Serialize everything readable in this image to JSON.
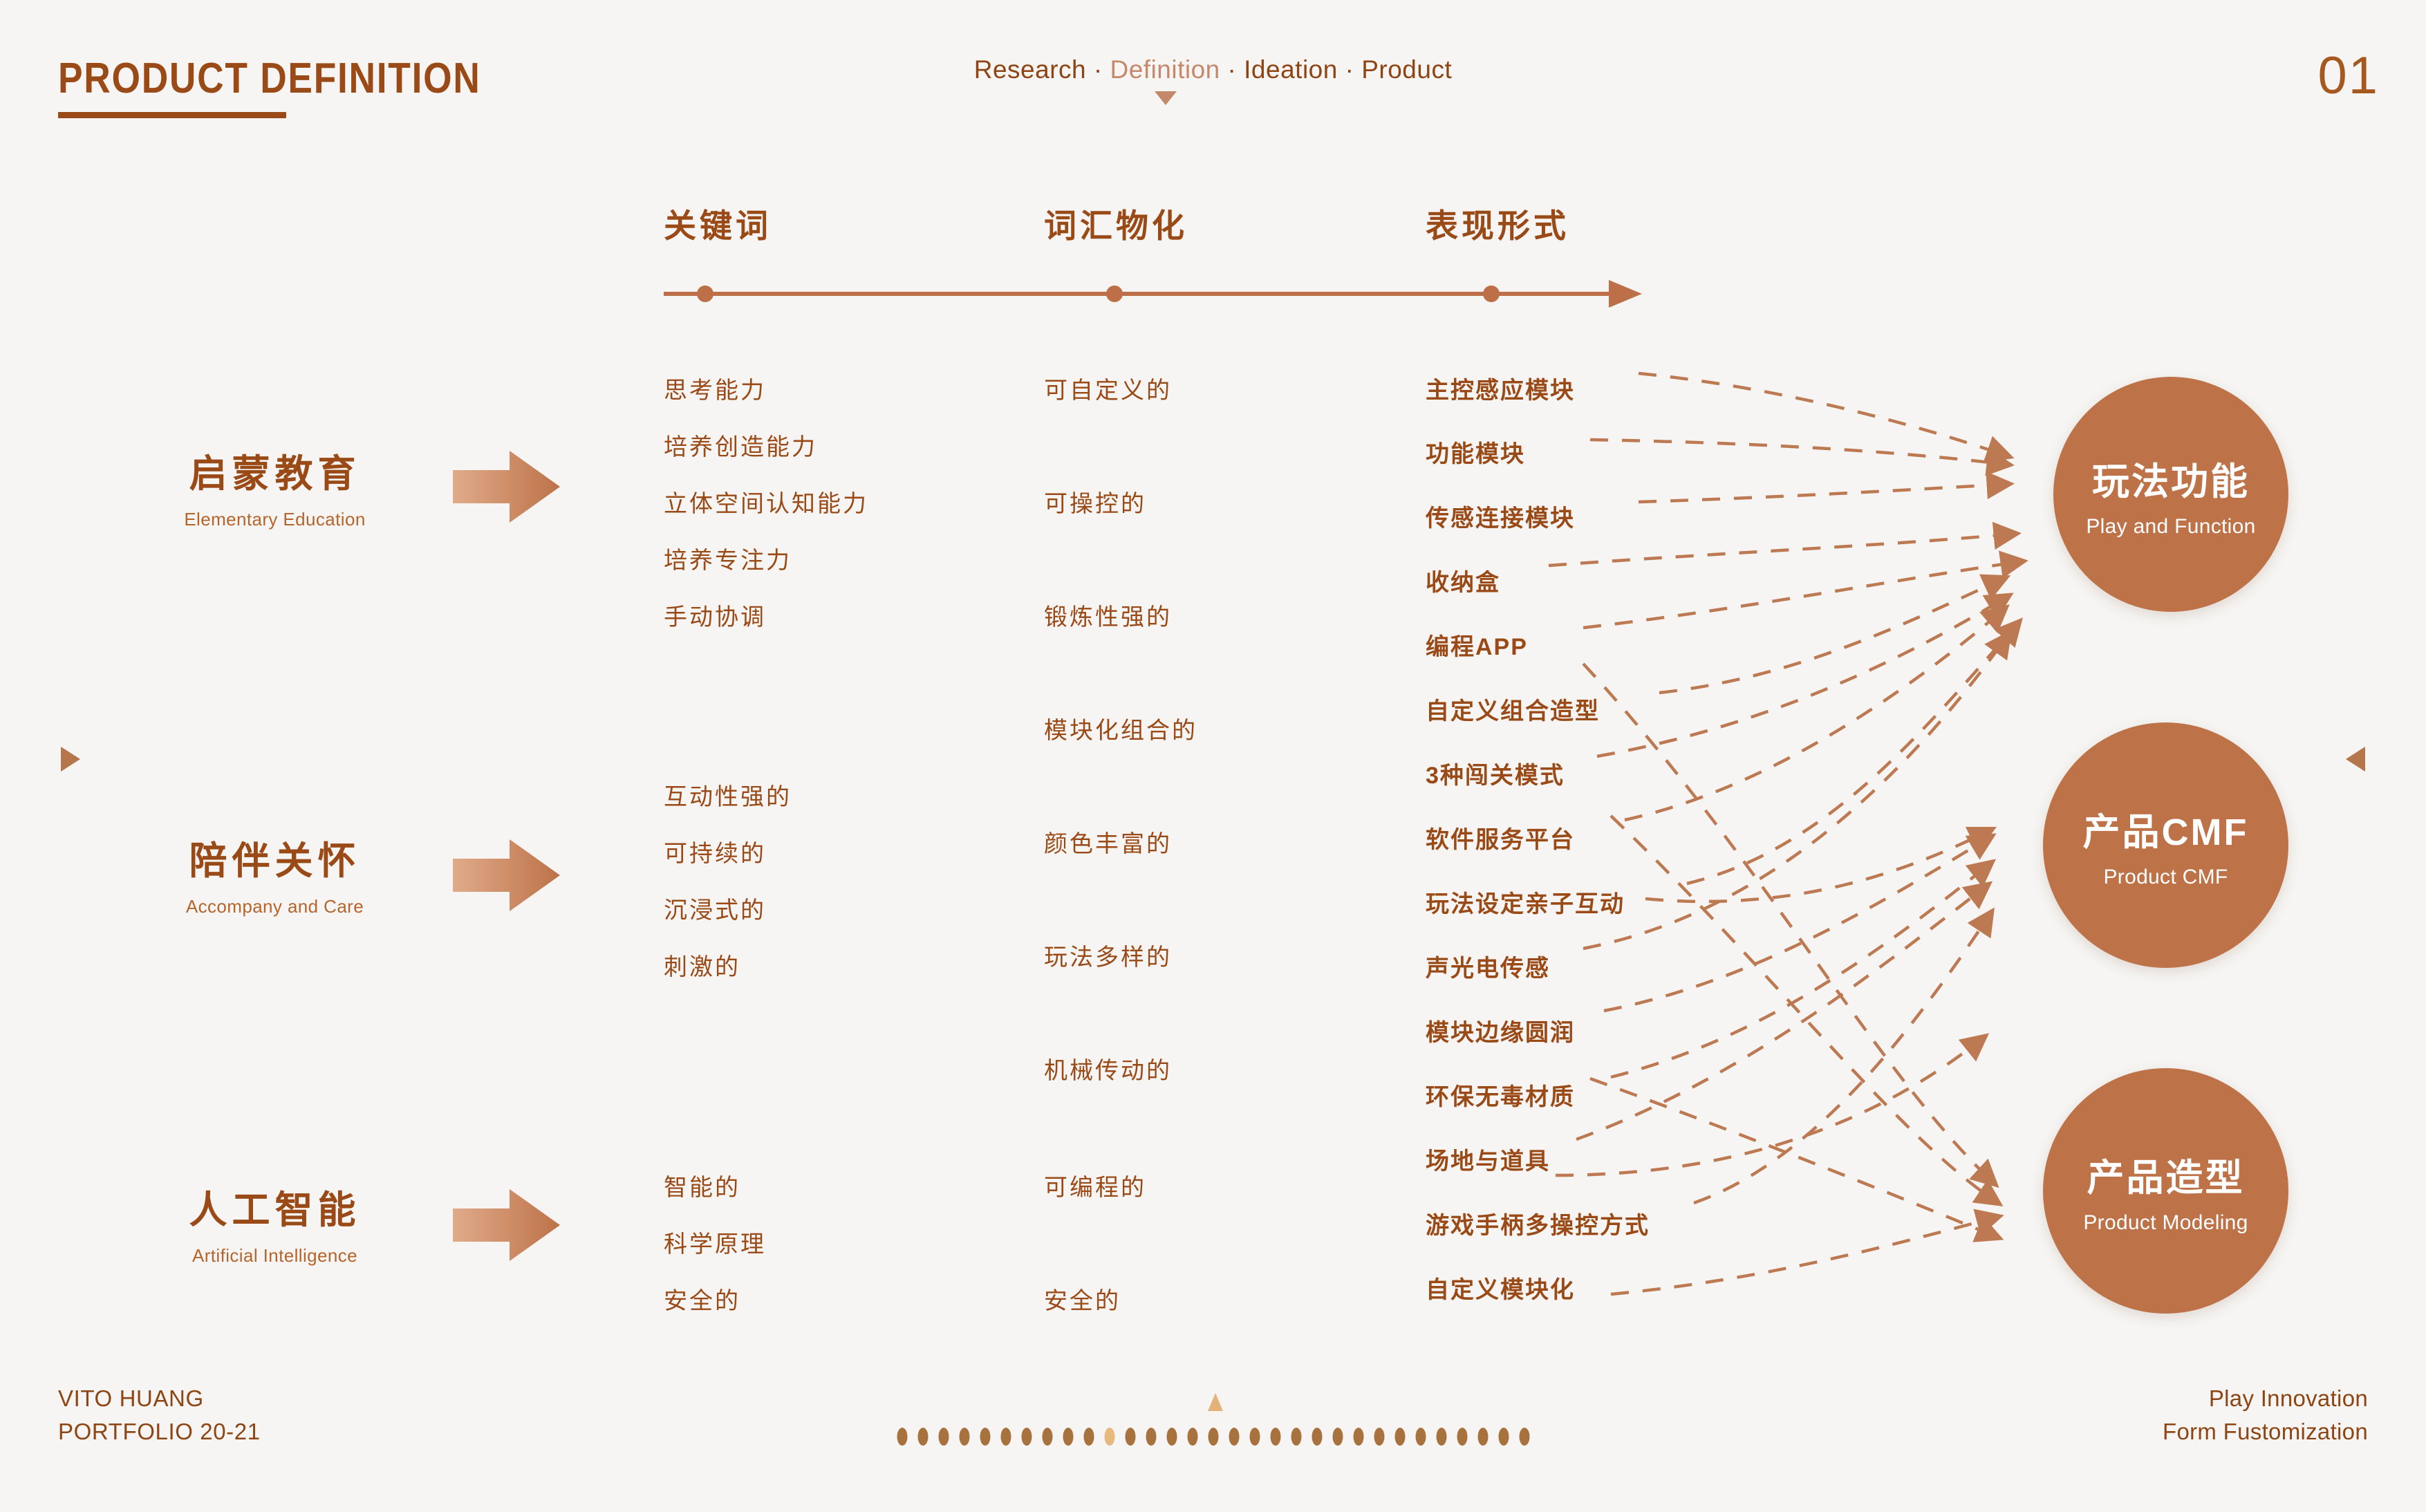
{
  "header": {
    "title": "PRODUCT DEFINITION",
    "page_number": "01",
    "nav": {
      "items": [
        "Research",
        "Definition",
        "Ideation",
        "Product"
      ],
      "active": "Definition",
      "separator": " · ",
      "full_text": "Research · Definition · Ideation · Product"
    }
  },
  "columns": [
    {
      "title": "关键词"
    },
    {
      "title": "词汇物化"
    },
    {
      "title": "表现形式"
    }
  ],
  "groups": [
    {
      "cn": "启蒙教育",
      "en": "Elementary Education",
      "keywords": [
        "思考能力",
        "培养创造能力",
        "立体空间认知能力",
        "培养专注力",
        "手动协调"
      ]
    },
    {
      "cn": "陪伴关怀",
      "en": "Accompany and Care",
      "keywords": [
        "互动性强的",
        "可持续的",
        "沉浸式的",
        "刺激的"
      ]
    },
    {
      "cn": "人工智能",
      "en": "Artificial Intelligence",
      "keywords": [
        "智能的",
        "科学原理",
        "安全的"
      ]
    }
  ],
  "materialization": [
    "可自定义的",
    "可操控的",
    "锻炼性强的",
    "模块化组合的",
    "颜色丰富的",
    "玩法多样的",
    "机械传动的",
    "可编程的",
    "安全的"
  ],
  "expressions": [
    "主控感应模块",
    "功能模块",
    "传感连接模块",
    "收纳盒",
    "编程APP",
    "自定义组合造型",
    "3种闯关模式",
    "软件服务平台",
    "玩法设定亲子互动",
    "声光电传感",
    "模块边缘圆润",
    "环保无毒材质",
    "场地与道具",
    "游戏手柄多操控方式",
    "自定义模块化"
  ],
  "outcomes": [
    {
      "cn": "玩法功能",
      "en": "Play and Function"
    },
    {
      "cn": "产品CMF",
      "en": "Product CMF"
    },
    {
      "cn": "产品造型",
      "en": "Product Modeling"
    }
  ],
  "footer": {
    "left_line1": "VITO HUANG",
    "left_line2": "PORTFOLIO 20-21",
    "right_line1": "Play Innovation",
    "right_line2": "Form Fustomization",
    "pager_total": 31,
    "pager_active_index": 11
  },
  "colors": {
    "background": "#f6f5f3",
    "primary": "#9a4a16",
    "accent": "#bd7248",
    "muted": "#c4886a",
    "pager_active": "#e8b97e"
  }
}
